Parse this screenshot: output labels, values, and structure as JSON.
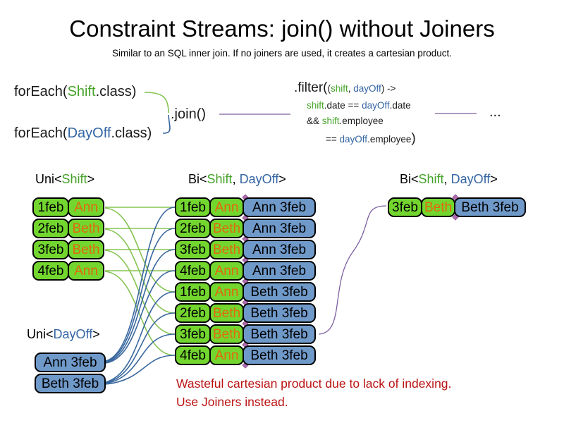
{
  "slide": {
    "title": "Constraint Streams: join() without Joiners",
    "subtitle": "Similar to an SQL inner join. If no joiners are used, it creates a cartesian product."
  },
  "code": {
    "foreach_shift": {
      "fn": "forEach(",
      "arg": "Shift",
      "end": ".class)"
    },
    "foreach_dayoff": {
      "fn": "forEach(",
      "arg": "DayOff",
      "end": ".class)"
    },
    "join_label": ".join()",
    "filter": {
      "head": ".filter(",
      "params_open": "(",
      "param_shift": "shift",
      "param_sep": ", ",
      "param_dayoff": "dayOff",
      "params_close": ") ->",
      "cond1_shift": "shift",
      "cond1_mid": ".date == ",
      "cond1_dayoff": "dayOff",
      "cond1_end": ".date",
      "cond2_and": "&& ",
      "cond2_shift": "shift",
      "cond2_end": ".employee",
      "cond3_eq": "== ",
      "cond3_dayoff": "dayOff",
      "cond3_end": ".employee",
      "close_paren": ")"
    },
    "ellipsis": "..."
  },
  "streams": {
    "uni_shift_label": {
      "pre": "Uni<",
      "type": "Shift",
      "post": ">"
    },
    "uni_dayoff_label": {
      "pre": "Uni<",
      "type": "DayOff",
      "post": ">"
    },
    "bi_label": {
      "pre": "Bi<",
      "type1": "Shift",
      "sep": ", ",
      "type2": "DayOff",
      "post": ">"
    },
    "shifts": [
      {
        "date": "1feb",
        "employee": "Ann"
      },
      {
        "date": "2feb",
        "employee": "Beth"
      },
      {
        "date": "3feb",
        "employee": "Beth"
      },
      {
        "date": "4feb",
        "employee": "Ann"
      }
    ],
    "dayoffs": [
      {
        "label": "Ann 3feb"
      },
      {
        "label": "Beth 3feb"
      }
    ],
    "cartesian": [
      {
        "date": "1feb",
        "employee": "Ann",
        "dayoff": "Ann 3feb"
      },
      {
        "date": "2feb",
        "employee": "Beth",
        "dayoff": "Ann 3feb"
      },
      {
        "date": "3feb",
        "employee": "Beth",
        "dayoff": "Ann 3feb"
      },
      {
        "date": "4feb",
        "employee": "Ann",
        "dayoff": "Ann 3feb"
      },
      {
        "date": "1feb",
        "employee": "Ann",
        "dayoff": "Beth 3feb"
      },
      {
        "date": "2feb",
        "employee": "Beth",
        "dayoff": "Beth 3feb"
      },
      {
        "date": "3feb",
        "employee": "Beth",
        "dayoff": "Beth 3feb"
      },
      {
        "date": "4feb",
        "employee": "Ann",
        "dayoff": "Beth 3feb"
      }
    ],
    "result": {
      "date": "3feb",
      "employee": "Beth",
      "dayoff": "Beth 3feb"
    }
  },
  "warning": {
    "line1": "Wasteful cartesian product due to lack of indexing.",
    "line2": "Use Joiners instead."
  },
  "colors": {
    "shift_green": "#46a32a",
    "dayoff_blue": "#3465a4",
    "employee_orange": "#e2690b",
    "box_green": "#73d62f",
    "box_blue": "#6f99c9",
    "warning_red": "#bb1313",
    "wire_green": "#85c352",
    "wire_blue": "#38679e",
    "wire_purple": "#7d5fa0",
    "diamond_pink": "#b06ab0"
  }
}
